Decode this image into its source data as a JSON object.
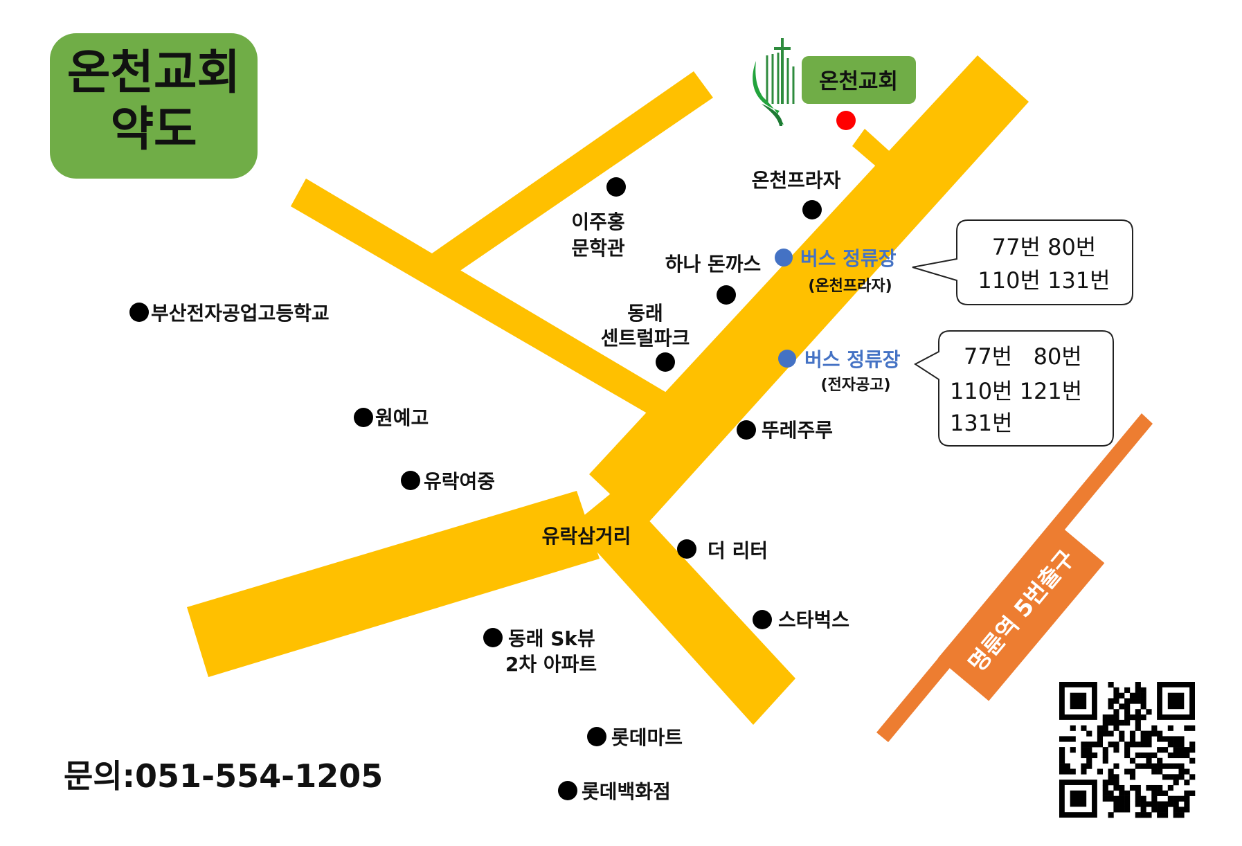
{
  "title": {
    "line1": "온천교회",
    "line2": "약도"
  },
  "church": {
    "name": "온천교회",
    "logo_icon": "church-cross-logo-icon"
  },
  "colors": {
    "road": "#FFC000",
    "title_box": "#70AD47",
    "subway_line": "#ED7D31",
    "bus_stop": "#4472C4",
    "destination": "#FF0000",
    "text": "#111111"
  },
  "landmarks": {
    "ilju": {
      "line1": "이주홍",
      "line2": "문학관"
    },
    "oncheon_plaza": "온천프라자",
    "hana": "하나 돈까스",
    "dongrae_central": {
      "line1": "동래",
      "line2": "센트럴파크"
    },
    "busan_tech": "부산전자공업고등학교",
    "wonye": "원예고",
    "yurak_girls": "유락여중",
    "tlejuru": "뚜레주루",
    "the_liter": "더 리터",
    "starbucks": "스타벅스",
    "dongrae_sk": {
      "line1": "동래 Sk뷰",
      "line2": "2차 아파트"
    },
    "lotte_mart": "롯데마트",
    "lotte_dept": "롯데백화점"
  },
  "intersection": "유락삼거리",
  "bus_stops": [
    {
      "label": "버스 정류장",
      "sub": "(온천프라자)",
      "routes": [
        "77번 80번",
        "110번 131번"
      ]
    },
    {
      "label": "버스 정류장",
      "sub": "(전자공고)",
      "routes": [
        "77번   80번",
        "110번 121번",
        "131번"
      ]
    }
  ],
  "subway": {
    "label": "명륜역 5번출구"
  },
  "contact": "문의:051-554-1205",
  "qr": {
    "icon": "qr-code-icon"
  }
}
